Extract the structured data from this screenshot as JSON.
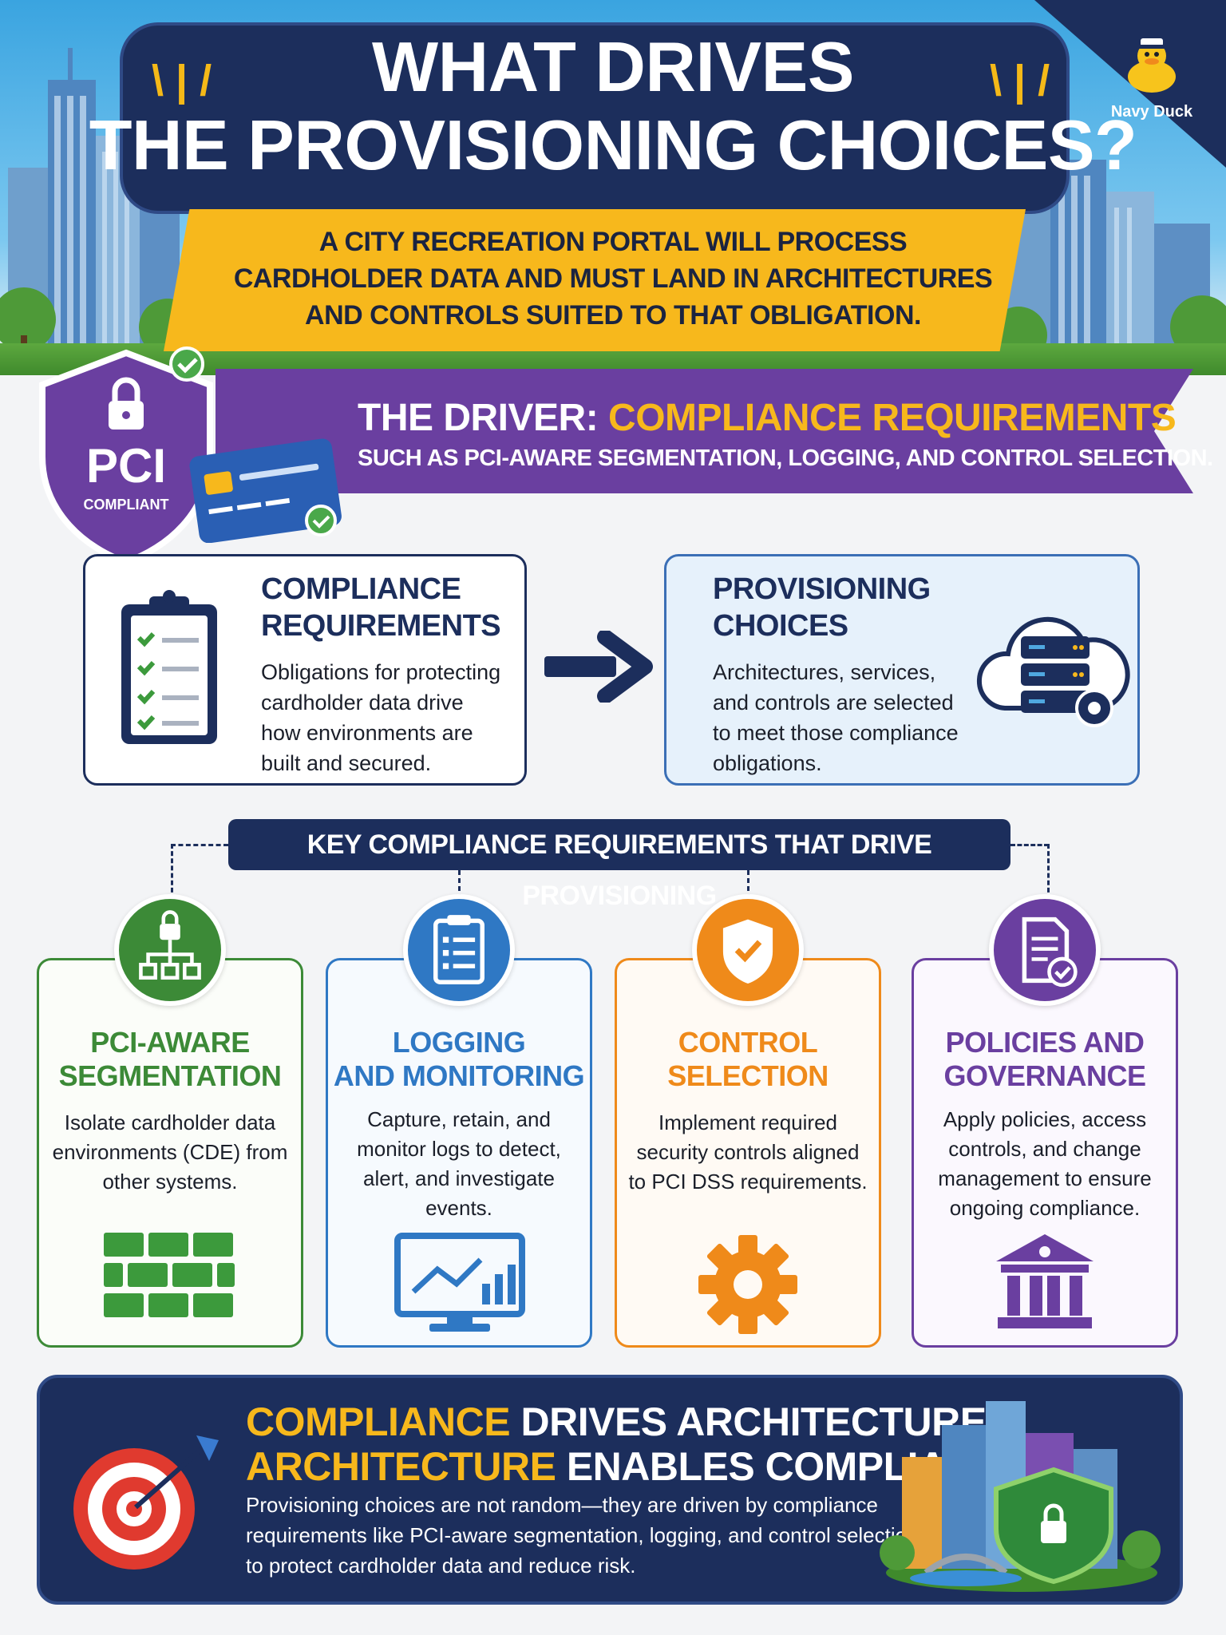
{
  "brand": {
    "name": "Navy Duck"
  },
  "header": {
    "title_line1": "WHAT DRIVES",
    "title_line2": "THE PROVISIONING CHOICES?",
    "subtitle_line1": "A CITY RECREATION PORTAL WILL PROCESS",
    "subtitle_line2": "CARDHOLDER DATA AND MUST LAND IN ARCHITECTURES",
    "subtitle_line3": "AND CONTROLS SUITED TO THAT OBLIGATION."
  },
  "driver": {
    "label": "THE DRIVER:",
    "highlight": "COMPLIANCE REQUIREMENTS",
    "subtitle": "SUCH AS PCI-AWARE SEGMENTATION, LOGGING, AND CONTROL SELECTION.",
    "shield_text": "PCI",
    "shield_sub": "COMPLIANT"
  },
  "flow": {
    "left": {
      "title_line1": "COMPLIANCE",
      "title_line2": "REQUIREMENTS",
      "lines": [
        "Obligations for protecting",
        "cardholder data drive",
        "how environments are",
        "built and secured."
      ]
    },
    "right": {
      "title_line1": "PROVISIONING",
      "title_line2": "CHOICES",
      "lines": [
        "Architectures, services,",
        "and controls are selected",
        "to meet those compliance",
        "obligations."
      ]
    }
  },
  "key_header": "KEY COMPLIANCE REQUIREMENTS THAT DRIVE PROVISIONING",
  "requirements": [
    {
      "title_line1": "PCI-AWARE",
      "title_line2": "SEGMENTATION",
      "lines": [
        "Isolate cardholder data",
        "environments (CDE) from",
        "other systems."
      ],
      "color": "#3c8a37",
      "icon": "network-lock-icon",
      "bottom_icon": "firewall-icon"
    },
    {
      "title_line1": "LOGGING",
      "title_line2": "AND MONITORING",
      "lines": [
        "Capture, retain, and",
        "monitor logs to detect,",
        "alert, and investigate",
        "events."
      ],
      "color": "#2f78c4",
      "icon": "clipboard-list-icon",
      "bottom_icon": "monitor-chart-icon"
    },
    {
      "title_line1": "CONTROL",
      "title_line2": "SELECTION",
      "lines": [
        "Implement required",
        "security controls aligned",
        "to PCI DSS requirements."
      ],
      "color": "#ef8a1a",
      "icon": "shield-check-icon",
      "bottom_icon": "gear-icon"
    },
    {
      "title_line1": "POLICIES AND",
      "title_line2": "GOVERNANCE",
      "lines": [
        "Apply policies, access",
        "controls, and change",
        "management to ensure",
        "ongoing compliance."
      ],
      "color": "#6a3fa0",
      "icon": "document-check-icon",
      "bottom_icon": "institution-icon"
    }
  ],
  "bottom": {
    "line1_hl": "COMPLIANCE",
    "line1_rest": " DRIVES ARCHITECTURE.",
    "line2_hl": "ARCHITECTURE",
    "line2_rest": " ENABLES COMPLIANCE.",
    "text_line1": "Provisioning choices are not random—they are driven by compliance",
    "text_line2": "requirements like PCI-aware segmentation, logging, and control selection",
    "text_line3": "to protect cardholder data and reduce risk."
  },
  "colors": {
    "navy": "#1c2e5c",
    "yellow": "#f7b81c",
    "purple": "#6a3fa0",
    "green": "#3c8a37",
    "blue": "#2f78c4",
    "orange": "#ef8a1a"
  }
}
